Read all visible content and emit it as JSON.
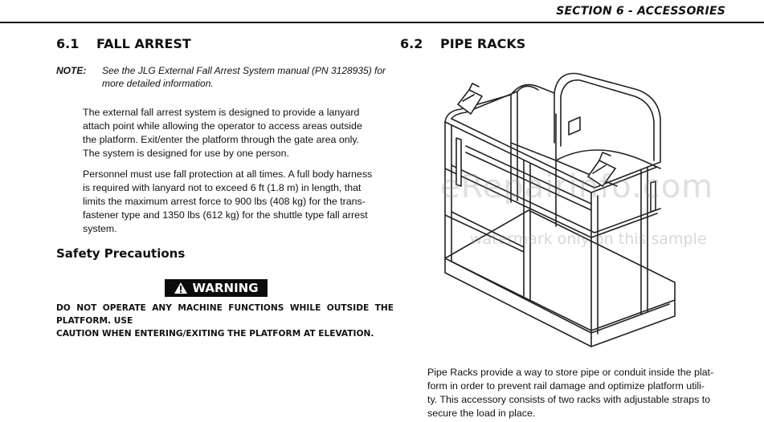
{
  "header": {
    "section_title": "SECTION 6 - ACCESSORIES"
  },
  "left": {
    "number": "6.1",
    "title": "FALL ARREST",
    "note_label": "NOTE:",
    "note_line1": "See the JLG External Fall Arrest System manual (PN 3128935) for",
    "note_line2": "more detailed information.",
    "para1_lines": [
      "The external fall arrest system is designed to provide a lanyard",
      "attach point while allowing the operator to access areas outside",
      "the platform. Exit/enter the platform through the gate area only.",
      "The system is designed for use by one person."
    ],
    "para2_lines": [
      "Personnel must use fall protection at all times. A full body harness",
      "is required with lanyard not to exceed 6 ft (1.8 m) in length, that",
      "limits the maximum arrest force to 900 lbs (408 kg) for the trans-",
      "fastener type and 1350 lbs (612 kg) for the shuttle type fall arrest",
      "system."
    ],
    "subheading": "Safety Precautions",
    "warning_label": "WARNING",
    "warning_line1": "DO NOT OPERATE ANY MACHINE FUNCTIONS WHILE OUTSIDE THE PLATFORM. USE",
    "warning_line2": "CAUTION WHEN ENTERING/EXITING THE PLATFORM AT ELEVATION."
  },
  "right": {
    "number": "6.2",
    "title": "PIPE RACKS",
    "para_lines": [
      "Pipe Racks provide a way to store pipe or conduit inside the plat-",
      "form in order to prevent rail damage and optimize platform utili-",
      "ty. This accessory consists of two racks with adjustable straps to",
      "secure the load in place."
    ]
  },
  "watermark": {
    "line1": "eRepairinfo.com",
    "line2": "watermark only on this sample"
  }
}
